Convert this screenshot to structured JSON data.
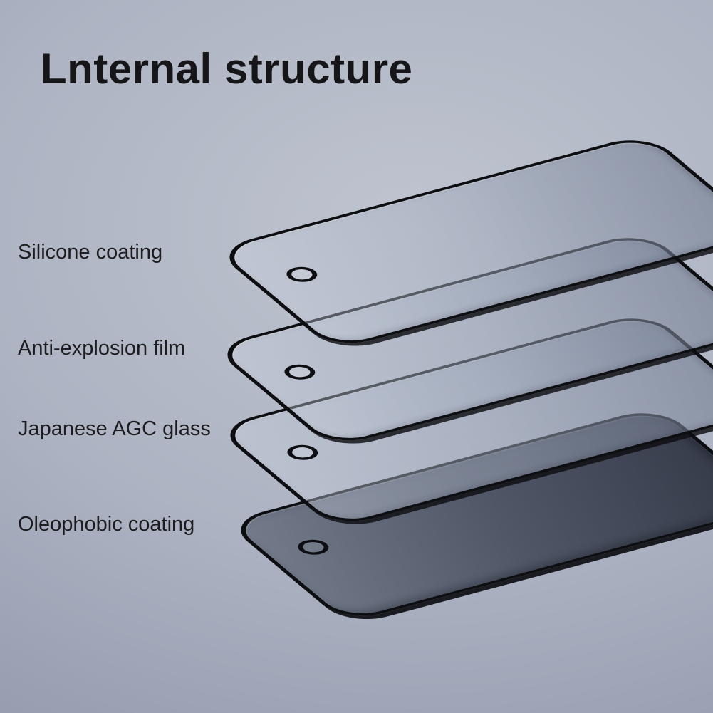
{
  "title": "Lnternal structure",
  "layers": [
    {
      "label": "Silicone coating"
    },
    {
      "label": "Anti-explosion film"
    },
    {
      "label": "Japanese AGC glass"
    },
    {
      "label": "Oleophobic coating"
    }
  ],
  "colors": {
    "background_center": "#bfc4cf",
    "background_edge": "#8d95a8",
    "frame": "#0d0e11",
    "glass_clear": "#9ea8ba",
    "glass_dark": "#303543",
    "text": "#1d1d20"
  }
}
